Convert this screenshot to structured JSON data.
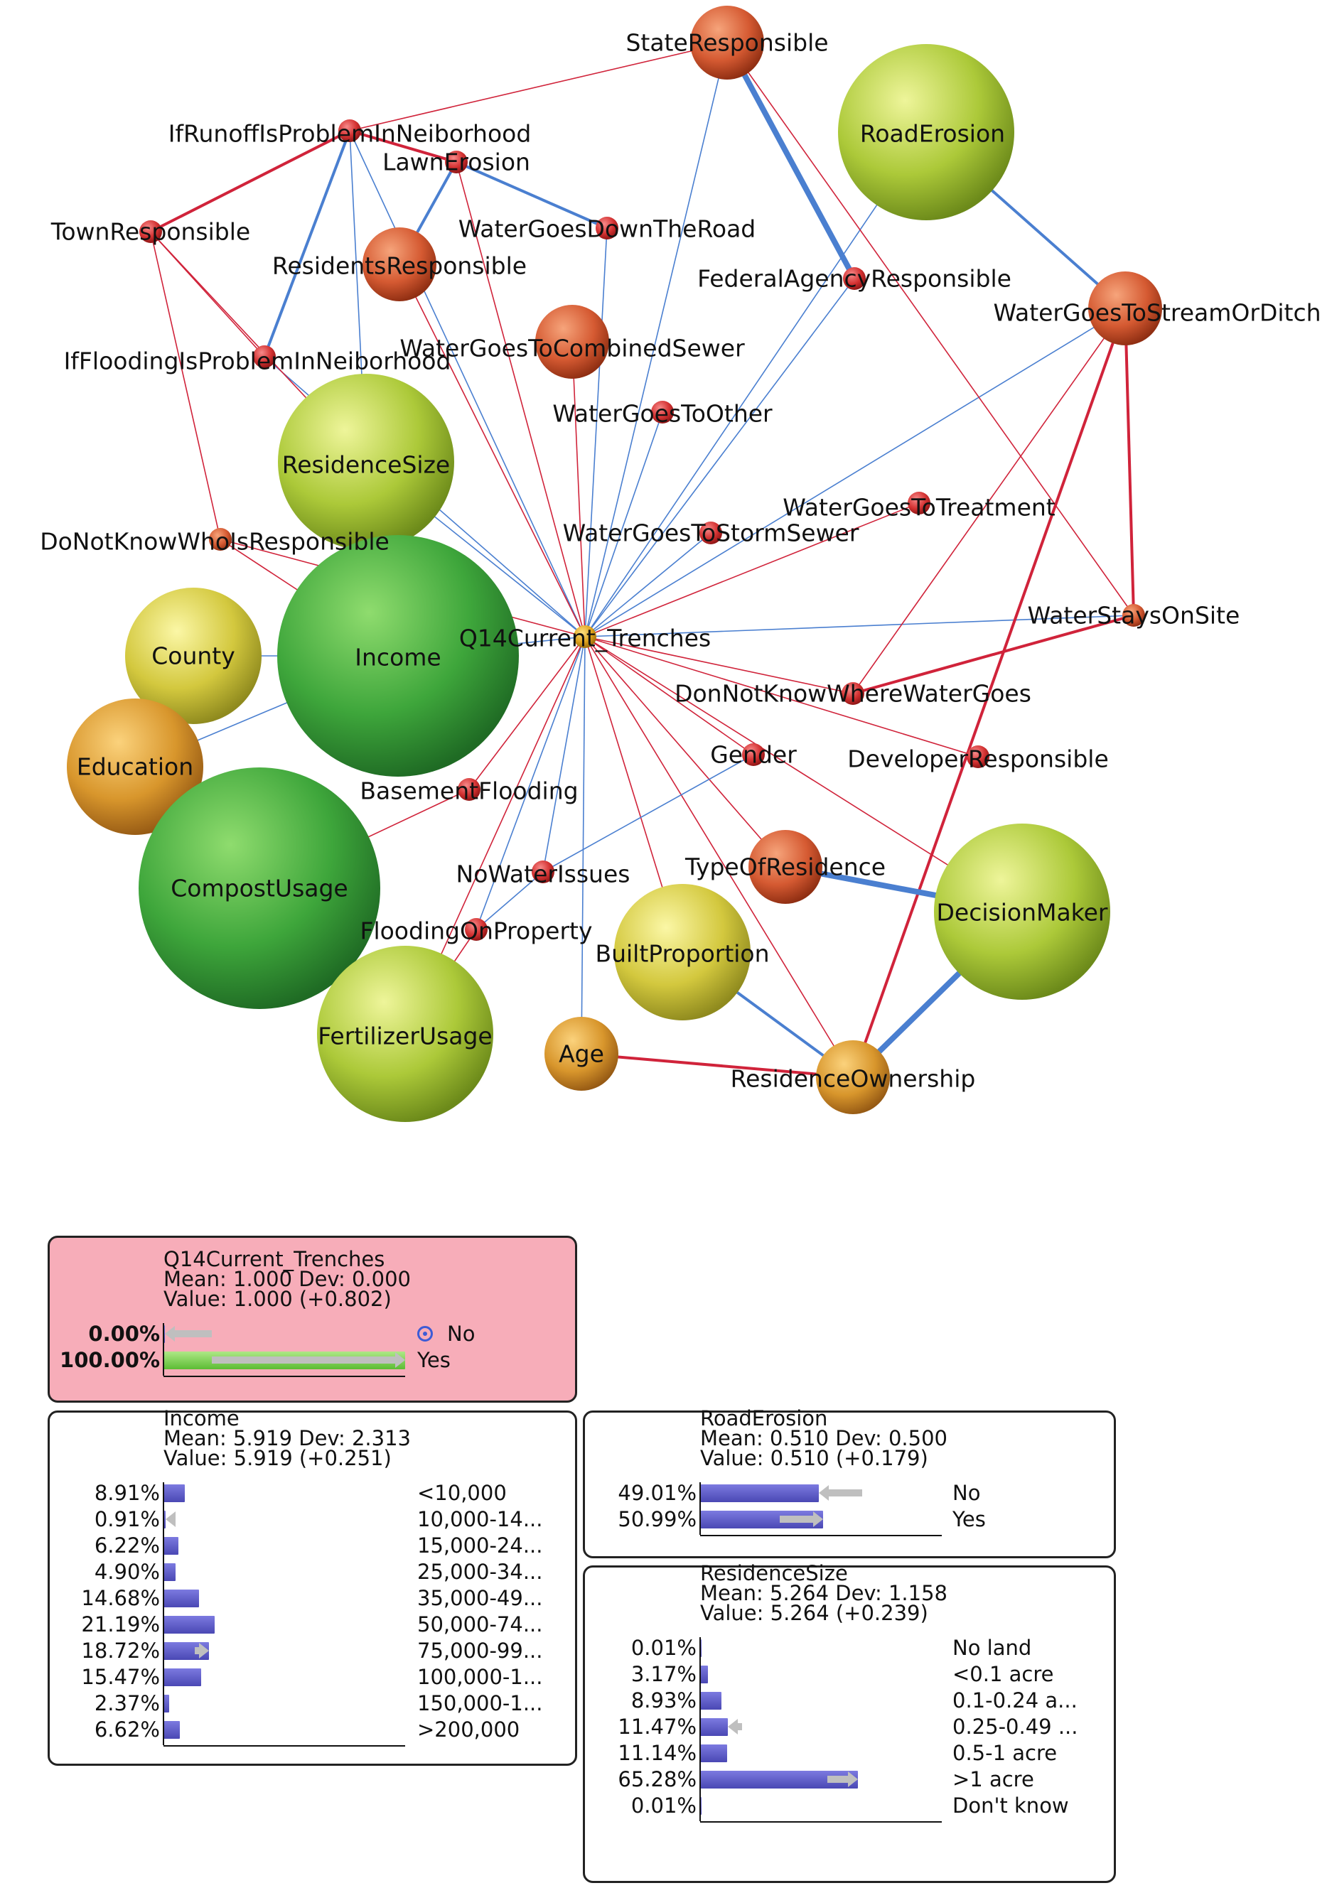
{
  "network": {
    "nodes": [
      {
        "id": "StateResponsible",
        "label": "StateResponsible",
        "size": "small",
        "tone": "orange"
      },
      {
        "id": "RoadErosion",
        "label": "RoadErosion",
        "size": "large",
        "tone": "yellowgreen"
      },
      {
        "id": "IfRunoffIsProblemInNeiborhood",
        "label": "IfRunoffIsProblemInNeiborhood",
        "size": "dot",
        "tone": "red"
      },
      {
        "id": "LawnErosion",
        "label": "LawnErosion",
        "size": "dot",
        "tone": "red"
      },
      {
        "id": "TownResponsible",
        "label": "TownResponsible",
        "size": "dot",
        "tone": "red"
      },
      {
        "id": "WaterGoesDownTheRoad",
        "label": "WaterGoesDownTheRoad",
        "size": "dot",
        "tone": "red"
      },
      {
        "id": "ResidentsResponsible",
        "label": "ResidentsResponsible",
        "size": "small",
        "tone": "orange"
      },
      {
        "id": "FederalAgencyResponsible",
        "label": "FederalAgencyResponsible",
        "size": "dot",
        "tone": "red"
      },
      {
        "id": "WaterGoesToStreamOrDitch",
        "label": "WaterGoesToStreamOrDitch",
        "size": "small",
        "tone": "orange"
      },
      {
        "id": "IfFloodingIsProblemInNeiborhood",
        "label": "IfFloodingIsProblemInNeiborhood",
        "size": "dot",
        "tone": "red"
      },
      {
        "id": "WaterGoesToCombinedSewer",
        "label": "WaterGoesToCombinedSewer",
        "size": "small",
        "tone": "orange"
      },
      {
        "id": "WaterGoesToOther",
        "label": "WaterGoesToOther",
        "size": "dot",
        "tone": "red"
      },
      {
        "id": "ResidenceSize",
        "label": "ResidenceSize",
        "size": "large",
        "tone": "yellowgreen"
      },
      {
        "id": "WaterGoesToTreatment",
        "label": "WaterGoesToTreatment",
        "size": "dot",
        "tone": "red"
      },
      {
        "id": "DoNotKnowWhoIsResponsible",
        "label": "DoNotKnowWhoIsResponsible",
        "size": "dot",
        "tone": "orange"
      },
      {
        "id": "WaterGoesToStormSewer",
        "label": "WaterGoesToStormSewer",
        "size": "dot",
        "tone": "red"
      },
      {
        "id": "County",
        "label": "County",
        "size": "medium",
        "tone": "yellow"
      },
      {
        "id": "Income",
        "label": "Income",
        "size": "xlarge",
        "tone": "green"
      },
      {
        "id": "Q14Current_Trenches",
        "label": "Q14Current_Trenches",
        "size": "dot",
        "tone": "gold"
      },
      {
        "id": "WaterStaysOnSite",
        "label": "WaterStaysOnSite",
        "size": "dot",
        "tone": "orange"
      },
      {
        "id": "DonNotKnowWhereWaterGoes",
        "label": "DonNotKnowWhereWaterGoes",
        "size": "dot",
        "tone": "red"
      },
      {
        "id": "Education",
        "label": "Education",
        "size": "medium",
        "tone": "goldorange"
      },
      {
        "id": "Gender",
        "label": "Gender",
        "size": "dot",
        "tone": "red"
      },
      {
        "id": "DeveloperResponsible",
        "label": "DeveloperResponsible",
        "size": "dot",
        "tone": "red"
      },
      {
        "id": "BasementFlooding",
        "label": "BasementFlooding",
        "size": "dot",
        "tone": "red"
      },
      {
        "id": "CompostUsage",
        "label": "CompostUsage",
        "size": "xlarge",
        "tone": "green"
      },
      {
        "id": "TypeOfResidence",
        "label": "TypeOfResidence",
        "size": "small",
        "tone": "orange"
      },
      {
        "id": "NoWaterIssues",
        "label": "NoWaterIssues",
        "size": "dot",
        "tone": "red"
      },
      {
        "id": "DecisionMaker",
        "label": "DecisionMaker",
        "size": "large",
        "tone": "yellowgreen"
      },
      {
        "id": "FloodingOnProperty",
        "label": "FloodingOnProperty",
        "size": "dot",
        "tone": "red"
      },
      {
        "id": "BuiltProportion",
        "label": "BuiltProportion",
        "size": "medium",
        "tone": "yellow"
      },
      {
        "id": "FertilizerUsage",
        "label": "FertilizerUsage",
        "size": "large",
        "tone": "yellowgreen"
      },
      {
        "id": "Age",
        "label": "Age",
        "size": "small",
        "tone": "goldorange"
      },
      {
        "id": "ResidenceOwnership",
        "label": "ResidenceOwnership",
        "size": "small",
        "tone": "goldorange"
      }
    ],
    "edges": [
      {
        "from": "Q14Current_Trenches",
        "to": "StateResponsible",
        "polarity": "positive",
        "weight": "thin"
      },
      {
        "from": "Q14Current_Trenches",
        "to": "RoadErosion",
        "polarity": "positive",
        "weight": "thin"
      },
      {
        "from": "Q14Current_Trenches",
        "to": "IfRunoffIsProblemInNeiborhood",
        "polarity": "positive",
        "weight": "thin"
      },
      {
        "from": "Q14Current_Trenches",
        "to": "LawnErosion",
        "polarity": "negative",
        "weight": "thin"
      },
      {
        "from": "Q14Current_Trenches",
        "to": "WaterGoesDownTheRoad",
        "polarity": "positive",
        "weight": "thin"
      },
      {
        "from": "Q14Current_Trenches",
        "to": "ResidentsResponsible",
        "polarity": "negative",
        "weight": "thin"
      },
      {
        "from": "Q14Current_Trenches",
        "to": "FederalAgencyResponsible",
        "polarity": "positive",
        "weight": "thin"
      },
      {
        "from": "Q14Current_Trenches",
        "to": "WaterGoesToStreamOrDitch",
        "polarity": "positive",
        "weight": "thin"
      },
      {
        "from": "Q14Current_Trenches",
        "to": "IfFloodingIsProblemInNeiborhood",
        "polarity": "positive",
        "weight": "thin"
      },
      {
        "from": "Q14Current_Trenches",
        "to": "WaterGoesToCombinedSewer",
        "polarity": "negative",
        "weight": "thin"
      },
      {
        "from": "Q14Current_Trenches",
        "to": "WaterGoesToOther",
        "polarity": "positive",
        "weight": "thin"
      },
      {
        "from": "Q14Current_Trenches",
        "to": "ResidenceSize",
        "polarity": "positive",
        "weight": "thin"
      },
      {
        "from": "Q14Current_Trenches",
        "to": "WaterGoesToTreatment",
        "polarity": "negative",
        "weight": "thin"
      },
      {
        "from": "Q14Current_Trenches",
        "to": "DoNotKnowWhoIsResponsible",
        "polarity": "negative",
        "weight": "thin"
      },
      {
        "from": "Q14Current_Trenches",
        "to": "WaterGoesToStormSewer",
        "polarity": "positive",
        "weight": "thin"
      },
      {
        "from": "Q14Current_Trenches",
        "to": "Income",
        "polarity": "positive",
        "weight": "thin"
      },
      {
        "from": "Q14Current_Trenches",
        "to": "WaterStaysOnSite",
        "polarity": "positive",
        "weight": "thin"
      },
      {
        "from": "Q14Current_Trenches",
        "to": "DonNotKnowWhereWaterGoes",
        "polarity": "negative",
        "weight": "thin"
      },
      {
        "from": "Q14Current_Trenches",
        "to": "Gender",
        "polarity": "negative",
        "weight": "thin"
      },
      {
        "from": "Q14Current_Trenches",
        "to": "DeveloperResponsible",
        "polarity": "negative",
        "weight": "thin"
      },
      {
        "from": "Q14Current_Trenches",
        "to": "BasementFlooding",
        "polarity": "negative",
        "weight": "thin"
      },
      {
        "from": "Q14Current_Trenches",
        "to": "TypeOfResidence",
        "polarity": "negative",
        "weight": "thin"
      },
      {
        "from": "Q14Current_Trenches",
        "to": "NoWaterIssues",
        "polarity": "positive",
        "weight": "thin"
      },
      {
        "from": "Q14Current_Trenches",
        "to": "DecisionMaker",
        "polarity": "negative",
        "weight": "thin"
      },
      {
        "from": "Q14Current_Trenches",
        "to": "FloodingOnProperty",
        "polarity": "positive",
        "weight": "thin"
      },
      {
        "from": "Q14Current_Trenches",
        "to": "BuiltProportion",
        "polarity": "negative",
        "weight": "thin"
      },
      {
        "from": "Q14Current_Trenches",
        "to": "FertilizerUsage",
        "polarity": "negative",
        "weight": "thin"
      },
      {
        "from": "Q14Current_Trenches",
        "to": "Age",
        "polarity": "positive",
        "weight": "thin"
      },
      {
        "from": "Q14Current_Trenches",
        "to": "ResidenceOwnership",
        "polarity": "negative",
        "weight": "thin"
      },
      {
        "from": "StateResponsible",
        "to": "FederalAgencyResponsible",
        "polarity": "positive",
        "weight": "thick"
      },
      {
        "from": "StateResponsible",
        "to": "IfRunoffIsProblemInNeiborhood",
        "polarity": "negative",
        "weight": "thin"
      },
      {
        "from": "StateResponsible",
        "to": "WaterStaysOnSite",
        "polarity": "negative",
        "weight": "thin"
      },
      {
        "from": "IfRunoffIsProblemInNeiborhood",
        "to": "TownResponsible",
        "polarity": "negative",
        "weight": "medium"
      },
      {
        "from": "IfRunoffIsProblemInNeiborhood",
        "to": "LawnErosion",
        "polarity": "negative",
        "weight": "medium"
      },
      {
        "from": "IfRunoffIsProblemInNeiborhood",
        "to": "IfFloodingIsProblemInNeiborhood",
        "polarity": "positive",
        "weight": "medium"
      },
      {
        "from": "IfRunoffIsProblemInNeiborhood",
        "to": "ResidenceSize",
        "polarity": "positive",
        "weight": "thin"
      },
      {
        "from": "LawnErosion",
        "to": "WaterGoesDownTheRoad",
        "polarity": "positive",
        "weight": "medium"
      },
      {
        "from": "LawnErosion",
        "to": "ResidentsResponsible",
        "polarity": "positive",
        "weight": "medium"
      },
      {
        "from": "TownResponsible",
        "to": "DoNotKnowWhoIsResponsible",
        "polarity": "negative",
        "weight": "thin"
      },
      {
        "from": "TownResponsible",
        "to": "IfFloodingIsProblemInNeiborhood",
        "polarity": "negative",
        "weight": "thin"
      },
      {
        "from": "TownResponsible",
        "to": "ResidenceSize",
        "polarity": "negative",
        "weight": "thin"
      },
      {
        "from": "RoadErosion",
        "to": "WaterGoesToStreamOrDitch",
        "polarity": "positive",
        "weight": "medium"
      },
      {
        "from": "WaterGoesToStreamOrDitch",
        "to": "WaterStaysOnSite",
        "polarity": "negative",
        "weight": "medium"
      },
      {
        "from": "WaterGoesToStreamOrDitch",
        "to": "ResidenceOwnership",
        "polarity": "negative",
        "weight": "medium"
      },
      {
        "from": "WaterGoesToStreamOrDitch",
        "to": "DonNotKnowWhereWaterGoes",
        "polarity": "negative",
        "weight": "thin"
      },
      {
        "from": "WaterStaysOnSite",
        "to": "DonNotKnowWhereWaterGoes",
        "polarity": "negative",
        "weight": "medium"
      },
      {
        "from": "County",
        "to": "Income",
        "polarity": "positive",
        "weight": "thin"
      },
      {
        "from": "Income",
        "to": "Education",
        "polarity": "positive",
        "weight": "thin"
      },
      {
        "from": "Income",
        "to": "DoNotKnowWhoIsResponsible",
        "polarity": "negative",
        "weight": "thin"
      },
      {
        "from": "CompostUsage",
        "to": "BasementFlooding",
        "polarity": "negative",
        "weight": "thin"
      },
      {
        "from": "TypeOfResidence",
        "to": "DecisionMaker",
        "polarity": "positive",
        "weight": "thick"
      },
      {
        "from": "DecisionMaker",
        "to": "ResidenceOwnership",
        "polarity": "positive",
        "weight": "thick"
      },
      {
        "from": "BuiltProportion",
        "to": "ResidenceOwnership",
        "polarity": "positive",
        "weight": "medium"
      },
      {
        "from": "Age",
        "to": "ResidenceOwnership",
        "polarity": "negative",
        "weight": "medium"
      },
      {
        "from": "Gender",
        "to": "NoWaterIssues",
        "polarity": "positive",
        "weight": "thin"
      },
      {
        "from": "FloodingOnProperty",
        "to": "NoWaterIssues",
        "polarity": "positive",
        "weight": "thin"
      },
      {
        "from": "FloodingOnProperty",
        "to": "FertilizerUsage",
        "polarity": "negative",
        "weight": "thin"
      }
    ]
  },
  "panels": [
    {
      "id": "q14",
      "name": "Q14Current_Trenches",
      "mean": "Mean: 1.000 Dev: 0.000",
      "value": "Value: 1.000 (+0.802)",
      "evidence": true,
      "states": [
        {
          "pct": "0.00%",
          "fraction": 0.0,
          "prior": 0.2,
          "label": "No",
          "target": true
        },
        {
          "pct": "100.00%",
          "fraction": 1.0,
          "prior": 0.2,
          "label": "Yes",
          "target": false
        }
      ]
    },
    {
      "id": "income",
      "name": "Income",
      "mean": "Mean: 5.919 Dev: 2.313",
      "value": "Value: 5.919 (+0.251)",
      "evidence": false,
      "states": [
        {
          "pct": "8.91%",
          "fraction": 0.0891,
          "prior": 0.1,
          "label": "<10,000"
        },
        {
          "pct": "0.91%",
          "fraction": 0.0091,
          "prior": 0.04,
          "label": "10,000-14..."
        },
        {
          "pct": "6.22%",
          "fraction": 0.0622,
          "prior": 0.08,
          "label": "15,000-24..."
        },
        {
          "pct": "4.90%",
          "fraction": 0.049,
          "prior": 0.065,
          "label": "25,000-34..."
        },
        {
          "pct": "14.68%",
          "fraction": 0.1468,
          "prior": 0.155,
          "label": "35,000-49..."
        },
        {
          "pct": "21.19%",
          "fraction": 0.2119,
          "prior": 0.215,
          "label": "50,000-74..."
        },
        {
          "pct": "18.72%",
          "fraction": 0.1872,
          "prior": 0.13,
          "label": "75,000-99..."
        },
        {
          "pct": "15.47%",
          "fraction": 0.1547,
          "prior": 0.15,
          "label": "100,000-1..."
        },
        {
          "pct": "2.37%",
          "fraction": 0.0237,
          "prior": 0.04,
          "label": "150,000-1..."
        },
        {
          "pct": "6.62%",
          "fraction": 0.0662,
          "prior": 0.07,
          "label": ">200,000"
        }
      ]
    },
    {
      "id": "road",
      "name": "RoadErosion",
      "mean": "Mean: 0.510 Dev: 0.500",
      "value": "Value: 0.510 (+0.179)",
      "evidence": false,
      "states": [
        {
          "pct": "49.01%",
          "fraction": 0.4901,
          "prior": 0.67,
          "label": "No"
        },
        {
          "pct": "50.99%",
          "fraction": 0.5099,
          "prior": 0.33,
          "label": "Yes"
        }
      ]
    },
    {
      "id": "rsize",
      "name": "ResidenceSize",
      "mean": "Mean: 5.264 Dev: 1.158",
      "value": "Value: 5.264 (+0.239)",
      "evidence": false,
      "states": [
        {
          "pct": "0.01%",
          "fraction": 0.0001,
          "prior": 0.005,
          "label": "No land"
        },
        {
          "pct": "3.17%",
          "fraction": 0.0317,
          "prior": 0.03,
          "label": "<0.1 acre"
        },
        {
          "pct": "8.93%",
          "fraction": 0.0893,
          "prior": 0.09,
          "label": "0.1-0.24 a..."
        },
        {
          "pct": "11.47%",
          "fraction": 0.1147,
          "prior": 0.175,
          "label": "0.25-0.49 ..."
        },
        {
          "pct": "11.14%",
          "fraction": 0.1114,
          "prior": 0.125,
          "label": "0.5-1 acre"
        },
        {
          "pct": "65.28%",
          "fraction": 0.6528,
          "prior": 0.525,
          "label": ">1 acre"
        },
        {
          "pct": "0.01%",
          "fraction": 0.0001,
          "prior": 0.01,
          "label": "Don't know"
        }
      ]
    }
  ]
}
